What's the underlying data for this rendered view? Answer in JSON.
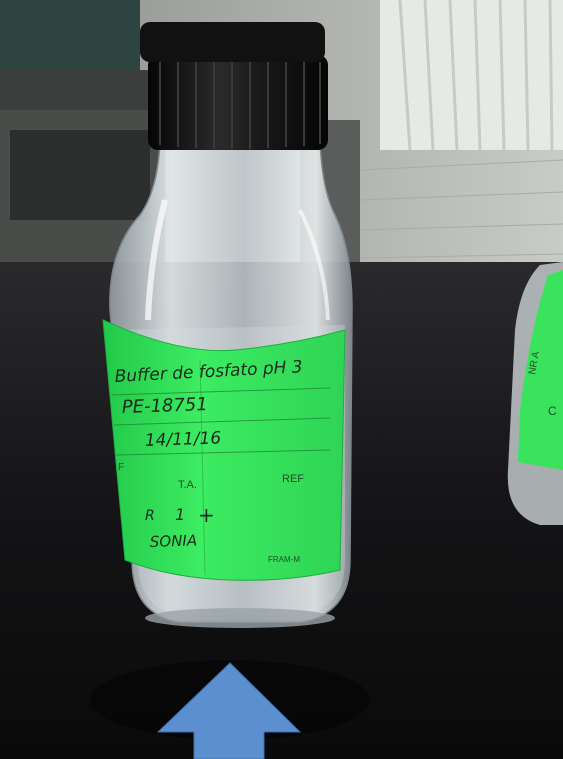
{
  "label": {
    "line1": "Buffer de fosfato pH 3",
    "line2": "PE-18751",
    "line3": "14/11/16",
    "ta_heading": "T.A.",
    "ref_heading": "REF",
    "r_marker": "R",
    "number": "1",
    "tick": "+",
    "signature": "SONIA",
    "brand": "FRAM-M",
    "side_letter": "F"
  },
  "second_label": {
    "text1": "NR A",
    "text2": "C"
  },
  "arrow_color": "#5b8fcf",
  "label_color": "#35e35b",
  "cap_color": "#111111",
  "icons": [
    "upward-arrow-icon"
  ]
}
